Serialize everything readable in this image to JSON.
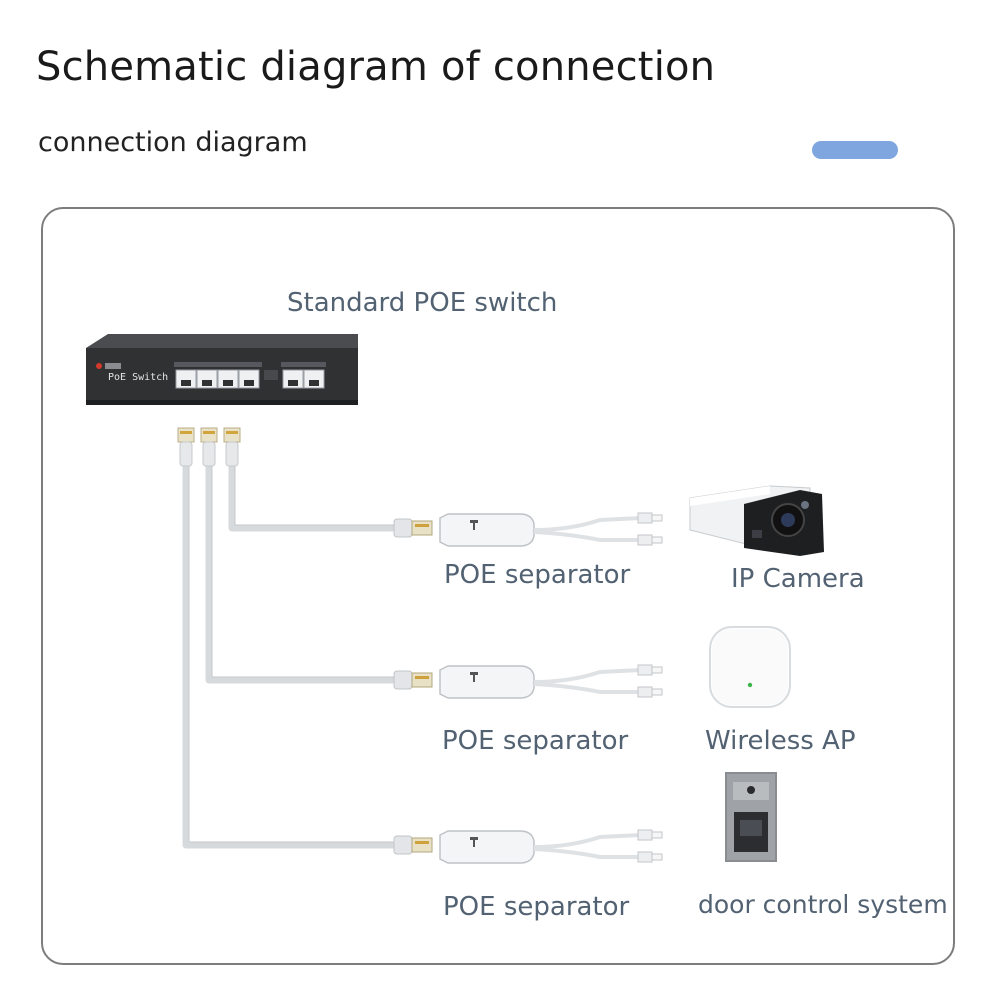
{
  "header": {
    "title": "Schematic diagram of connection",
    "subtitle": "connection diagram",
    "accent_color": "#7fa6de"
  },
  "switch": {
    "label": "Standard POE switch",
    "brand_text": "PoE Switch"
  },
  "rows": [
    {
      "separator_label": "POE separator",
      "device_label": "IP Camera",
      "device_icon": "ip-camera-icon"
    },
    {
      "separator_label": "POE separator",
      "device_label": "Wireless AP",
      "device_icon": "wireless-ap-icon"
    },
    {
      "separator_label": "POE separator",
      "device_label": "door control system",
      "device_icon": "door-control-icon"
    }
  ],
  "colors": {
    "label_text": "#526272",
    "cable": "#d9dcdf",
    "switch_body": "#2f3133",
    "panel_border": "#7d7d7d"
  }
}
